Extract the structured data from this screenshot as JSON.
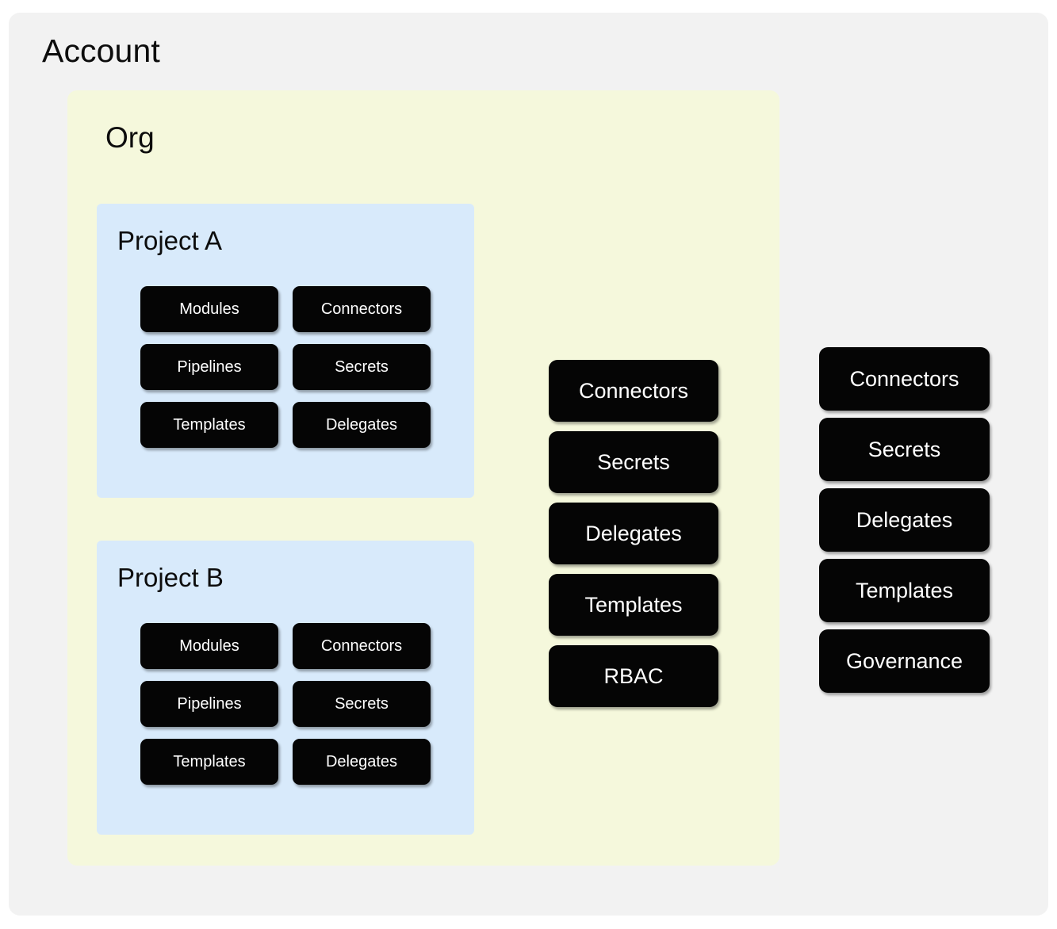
{
  "diagram": {
    "type": "nested-scope-hierarchy",
    "background_color": "#ffffff"
  },
  "account": {
    "title": "Account",
    "background_color": "#f2f2f2",
    "resources": [
      {
        "label": "Connectors"
      },
      {
        "label": "Secrets"
      },
      {
        "label": "Delegates"
      },
      {
        "label": "Templates"
      },
      {
        "label": "Governance"
      }
    ]
  },
  "org": {
    "title": "Org",
    "background_color": "#f5f8dc",
    "resources": [
      {
        "label": "Connectors"
      },
      {
        "label": "Secrets"
      },
      {
        "label": "Delegates"
      },
      {
        "label": "Templates"
      },
      {
        "label": "RBAC"
      }
    ]
  },
  "projects": [
    {
      "title": "Project A",
      "background_color": "#d8eafb",
      "resources": [
        {
          "label": "Modules"
        },
        {
          "label": "Connectors"
        },
        {
          "label": "Pipelines"
        },
        {
          "label": "Secrets"
        },
        {
          "label": "Templates"
        },
        {
          "label": "Delegates"
        }
      ]
    },
    {
      "title": "Project B",
      "background_color": "#d8eafb",
      "resources": [
        {
          "label": "Modules"
        },
        {
          "label": "Connectors"
        },
        {
          "label": "Pipelines"
        },
        {
          "label": "Secrets"
        },
        {
          "label": "Templates"
        },
        {
          "label": "Delegates"
        }
      ]
    }
  ],
  "chip_style": {
    "fill_color": "#050505",
    "text_color": "#ffffff"
  }
}
